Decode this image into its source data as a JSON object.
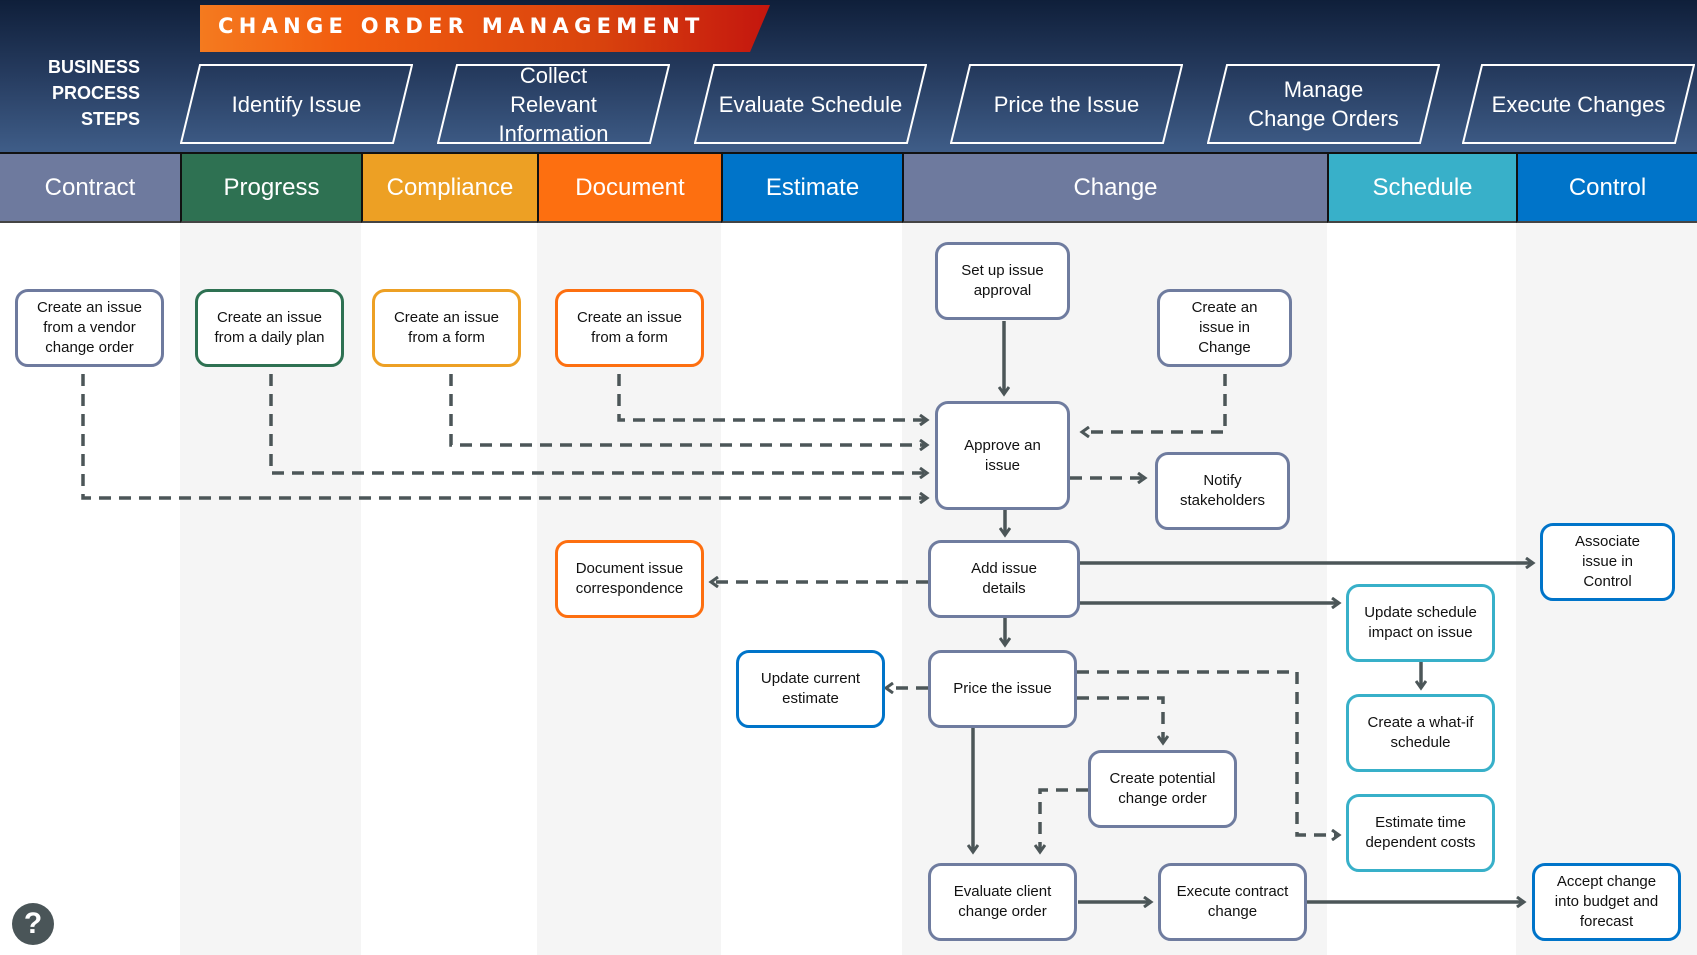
{
  "header": {
    "title": "CHANGE ORDER MANAGEMENT",
    "business_process_label_lines": [
      "BUSINESS",
      "PROCESS",
      "STEPS"
    ],
    "steps": [
      {
        "label": "Identify Issue"
      },
      {
        "label": "Collect Relevant Information"
      },
      {
        "label": "Evaluate Schedule"
      },
      {
        "label": "Price the Issue"
      },
      {
        "label": "Manage Change Orders"
      },
      {
        "label": "Execute Changes"
      }
    ]
  },
  "lanes": [
    {
      "id": "contract",
      "label": "Contract",
      "color": "#6e7a9e"
    },
    {
      "id": "progress",
      "label": "Progress",
      "color": "#2e7152"
    },
    {
      "id": "compliance",
      "label": "Compliance",
      "color": "#eda024"
    },
    {
      "id": "document",
      "label": "Document",
      "color": "#fd6f10"
    },
    {
      "id": "estimate",
      "label": "Estimate",
      "color": "#0074c9"
    },
    {
      "id": "change",
      "label": "Change",
      "color": "#6e7a9e"
    },
    {
      "id": "schedule",
      "label": "Schedule",
      "color": "#38b0c9"
    },
    {
      "id": "control",
      "label": "Control",
      "color": "#0074c9"
    }
  ],
  "nodes": [
    {
      "id": "vendor",
      "lane": "contract",
      "label": "Create an issue from a vendor change order"
    },
    {
      "id": "dailyplan",
      "lane": "progress",
      "label": "Create an issue from a daily plan"
    },
    {
      "id": "form1",
      "lane": "compliance",
      "label": "Create an issue from a form"
    },
    {
      "id": "form2",
      "lane": "document",
      "label": "Create an issue from a form"
    },
    {
      "id": "setup",
      "lane": "change",
      "label": "Set up issue approval"
    },
    {
      "id": "createchg",
      "lane": "change",
      "label": "Create an issue in Change"
    },
    {
      "id": "approve",
      "lane": "change",
      "label": "Approve an issue"
    },
    {
      "id": "notify",
      "lane": "change",
      "label": "Notify stakeholders"
    },
    {
      "id": "docorr",
      "lane": "document",
      "label": "Document issue correspondence"
    },
    {
      "id": "adddetails",
      "lane": "change",
      "label": "Add issue details"
    },
    {
      "id": "associate",
      "lane": "control",
      "label": "Associate issue in Control"
    },
    {
      "id": "updsched",
      "lane": "schedule",
      "label": "Update schedule impact on issue"
    },
    {
      "id": "updest",
      "lane": "estimate",
      "label": "Update current estimate"
    },
    {
      "id": "price",
      "lane": "change",
      "label": "Price the issue"
    },
    {
      "id": "whatif",
      "lane": "schedule",
      "label": "Create a what-if schedule"
    },
    {
      "id": "pco",
      "lane": "change",
      "label": "Create potential change order"
    },
    {
      "id": "timecost",
      "lane": "schedule",
      "label": "Estimate time dependent costs"
    },
    {
      "id": "evalclient",
      "lane": "change",
      "label": "Evaluate client change order"
    },
    {
      "id": "execcontr",
      "lane": "change",
      "label": "Execute contract change"
    },
    {
      "id": "accept",
      "lane": "control",
      "label": "Accept change into budget and forecast"
    }
  ],
  "links": [
    {
      "from": "form2",
      "to": "approve",
      "style": "dashed"
    },
    {
      "from": "form1",
      "to": "approve",
      "style": "dashed"
    },
    {
      "from": "dailyplan",
      "to": "approve",
      "style": "dashed"
    },
    {
      "from": "vendor",
      "to": "approve",
      "style": "dashed"
    },
    {
      "from": "setup",
      "to": "approve",
      "style": "solid"
    },
    {
      "from": "createchg",
      "to": "approve",
      "style": "dashed"
    },
    {
      "from": "approve",
      "to": "notify",
      "style": "dashed"
    },
    {
      "from": "approve",
      "to": "adddetails",
      "style": "solid"
    },
    {
      "from": "adddetails",
      "to": "docorr",
      "style": "dashed"
    },
    {
      "from": "adddetails",
      "to": "associate",
      "style": "solid"
    },
    {
      "from": "adddetails",
      "to": "updsched",
      "style": "solid"
    },
    {
      "from": "adddetails",
      "to": "price",
      "style": "solid"
    },
    {
      "from": "updsched",
      "to": "whatif",
      "style": "solid"
    },
    {
      "from": "price",
      "to": "updest",
      "style": "dashed"
    },
    {
      "from": "price",
      "to": "timecost",
      "style": "dashed"
    },
    {
      "from": "price",
      "to": "pco",
      "style": "dashed"
    },
    {
      "from": "price",
      "to": "evalclient",
      "style": "solid"
    },
    {
      "from": "pco",
      "to": "evalclient",
      "style": "dashed"
    },
    {
      "from": "evalclient",
      "to": "execcontr",
      "style": "solid"
    },
    {
      "from": "execcontr",
      "to": "accept",
      "style": "solid"
    }
  ],
  "help": {
    "icon": "help-icon",
    "glyph": "?"
  }
}
